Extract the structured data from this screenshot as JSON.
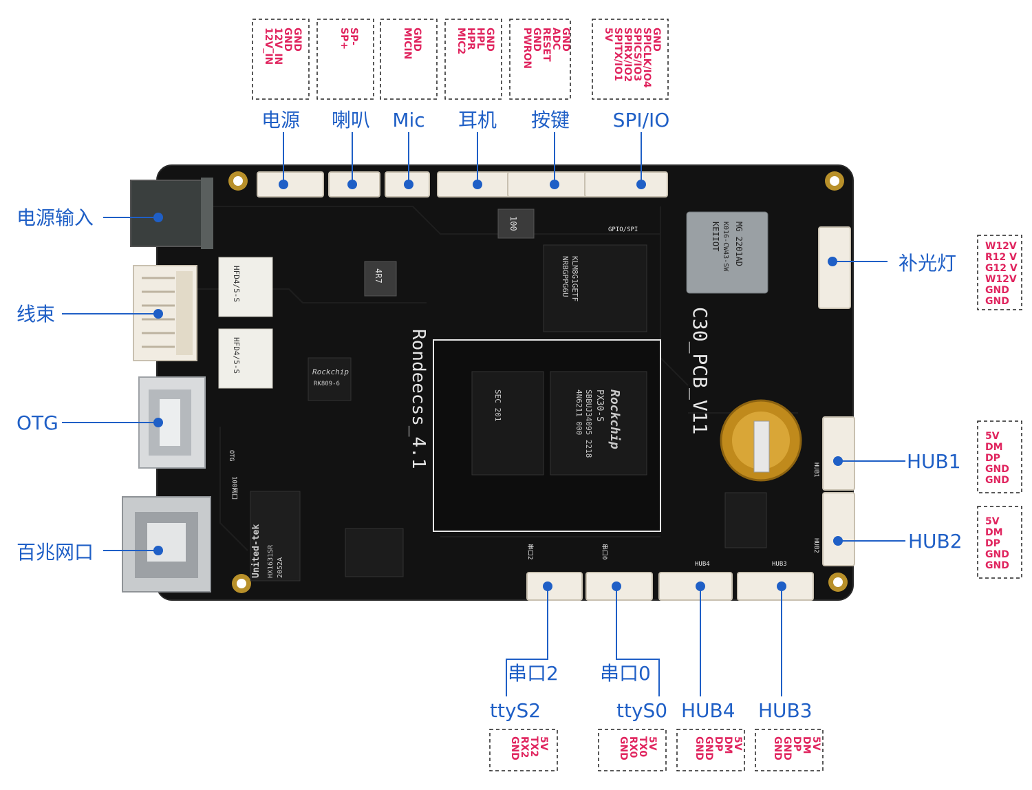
{
  "colors": {
    "label": "#1f5fc6",
    "pin_text": "#e0245e",
    "board": "#111111",
    "silkscreen": "#e6e6e6",
    "connector": "#f1ece2",
    "box_border": "#222222"
  },
  "labels": {
    "power": "电源",
    "speaker": "喇叭",
    "mic": "Mic",
    "headphone": "耳机",
    "keys": "按键",
    "spi_io": "SPI/IO",
    "power_input": "电源输入",
    "harness": "线束",
    "otg": "OTG",
    "ethernet": "百兆网口",
    "fill_light": "补光灯",
    "hub1": "HUB1",
    "hub2": "HUB2",
    "serial2": "串口2",
    "tty_s2": "ttyS2",
    "serial0": "串口0",
    "tty_s0": "ttyS0",
    "hub4": "HUB4",
    "hub3": "HUB3"
  },
  "pinouts": {
    "power": [
      "GND",
      "GND",
      "12V_IN",
      "12V_IN"
    ],
    "speaker": [
      "SP-",
      "SP+"
    ],
    "mic": [
      "GND",
      "MICIN"
    ],
    "headphone": [
      "GND",
      "HPL",
      "HPR",
      "MIC2"
    ],
    "keys": [
      "GND",
      "ADC",
      "RESET",
      "GND",
      "PWRON"
    ],
    "spi_io": [
      "GND",
      "SPICLK/IO4",
      "SPICS/IO3",
      "SPIRX/IO2",
      "SPITX/IO1",
      "5V"
    ],
    "fill_light": [
      "W12V",
      "R12 V",
      "G12 V",
      "W12V",
      "GND",
      "GND"
    ],
    "hub1": [
      "5V",
      "DM",
      "DP",
      "GND",
      "GND"
    ],
    "hub2": [
      "5V",
      "DM",
      "DP",
      "GND",
      "GND"
    ],
    "serial2": [
      "5V",
      "TX2",
      "RX2",
      "GND"
    ],
    "serial0": [
      "5V",
      "TX0",
      "RX0",
      "GND"
    ],
    "hub4": [
      "5V",
      "DM",
      "DP",
      "GND",
      "GND"
    ],
    "hub3": [
      "5V",
      "DM",
      "DP",
      "GND",
      "GND"
    ]
  },
  "board": {
    "silk_model": "Rondeecss_4.1",
    "silk_pcb": "C30_PCB_V11",
    "soc_brand": "Rockchip",
    "soc_part": "PX30-S",
    "soc_code": "SBBUJ34095 2218",
    "soc_lot": "4N6211 000",
    "pmic_brand": "Rockchip",
    "pmic_part": "RK809-6",
    "emmc_part": "KLM8G1GETF",
    "emmc_code": "NRBGPPG6U",
    "ddr_part": "SEC 201",
    "wifi_brand": "KEIIOT",
    "wifi_part": "K016-CW43-SW",
    "wifi_code": "MG 2201AD",
    "eth_brand": "United-tek",
    "eth_part": "HX1631SR",
    "eth_code": "2052A",
    "relay_part": "HFD4/5-S",
    "inductor_value": "4R7",
    "inductor_2": "100",
    "silk_gpio": "GPIO/SPI",
    "silk_otg": "OTG",
    "silk_net": "100网口",
    "silk_uart2": "串口2",
    "silk_uart0": "串口0",
    "silk_hub3": "HUB3",
    "silk_hub4": "HUB4",
    "silk_hub1": "HUB1",
    "silk_hub2": "HUB2"
  }
}
